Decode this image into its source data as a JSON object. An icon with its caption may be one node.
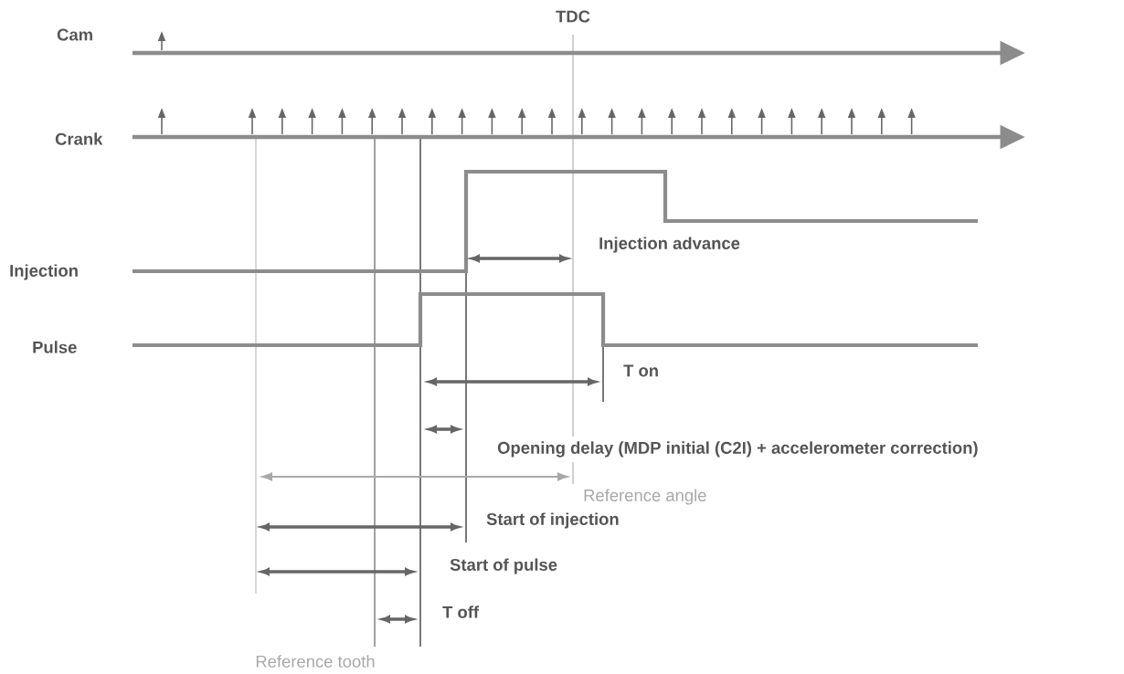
{
  "diagram": {
    "labels": [
      "TDC",
      "Cam",
      "Crank",
      "Injection",
      "Injection advance",
      "Pulse",
      "T on",
      "Opening delay (MDP initial (C2I) + accelerometer correction)",
      "Reference angle",
      "Start of injection",
      "Start of pulse",
      "T off",
      "Reference tooth"
    ]
  }
}
